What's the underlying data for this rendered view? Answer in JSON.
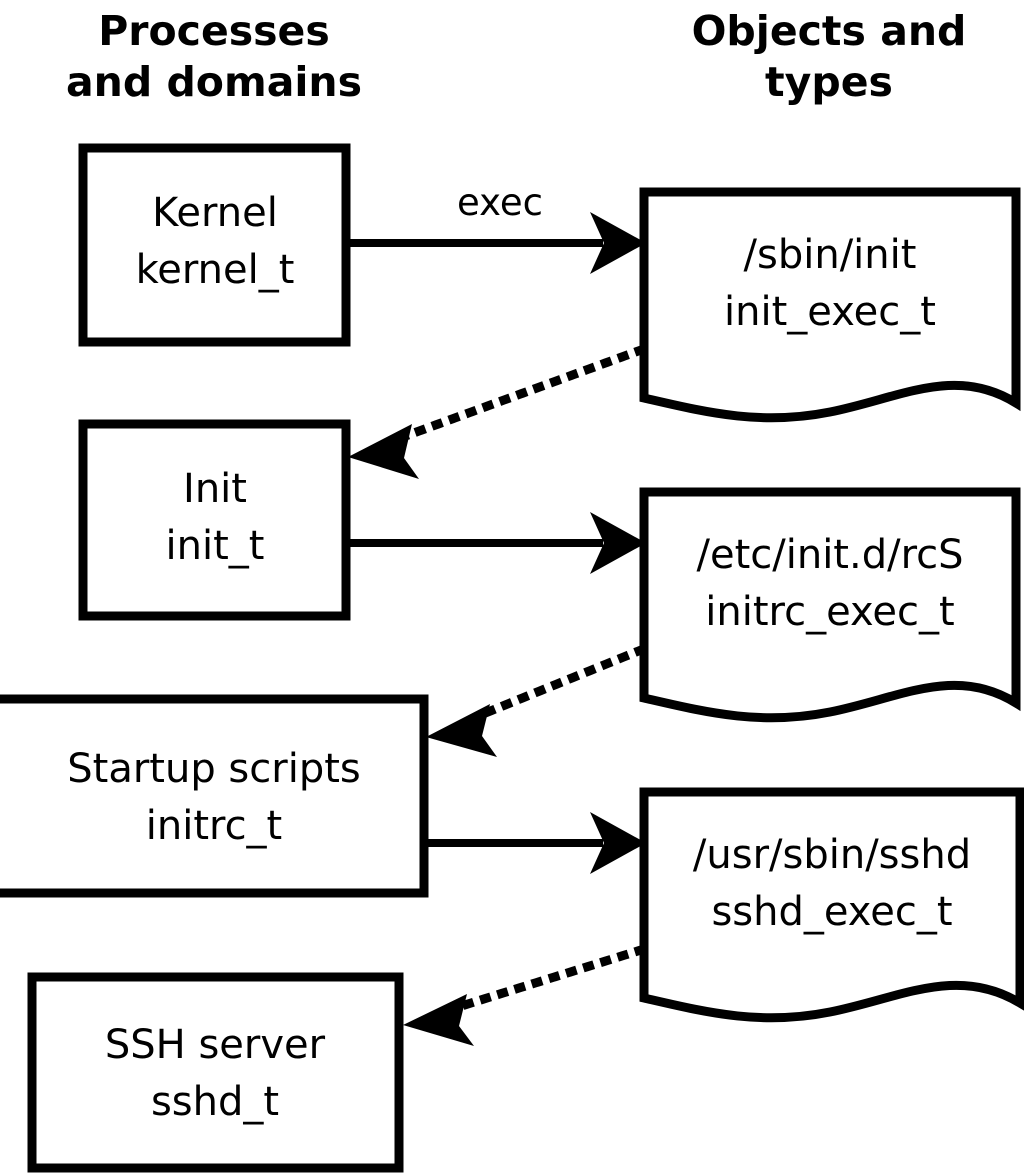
{
  "diagram": {
    "title_hidden": "",
    "columns": [
      {
        "id": "processes",
        "line1": "Processes",
        "line2": "and domains"
      },
      {
        "id": "objects",
        "line1": "Objects and",
        "line2": "types"
      }
    ],
    "process_nodes": [
      {
        "id": "kernel",
        "line1": "Kernel",
        "line2": "kernel_t"
      },
      {
        "id": "init",
        "line1": "Init",
        "line2": "init_t"
      },
      {
        "id": "initrc",
        "line1": "Startup scripts",
        "line2": "initrc_t"
      },
      {
        "id": "sshd",
        "line1": "SSH server",
        "line2": "sshd_t"
      }
    ],
    "object_nodes": [
      {
        "id": "init_exec",
        "line1": "/sbin/init",
        "line2": "init_exec_t"
      },
      {
        "id": "initrc_exec",
        "line1": "/etc/init.d/rcS",
        "line2": "initrc_exec_t"
      },
      {
        "id": "sshd_exec",
        "line1": "/usr/sbin/sshd",
        "line2": "sshd_exec_t"
      }
    ],
    "edges": [
      {
        "id": "kernel-exec-initexec",
        "label": "exec",
        "style": "solid",
        "from": "kernel",
        "to": "init_exec"
      },
      {
        "id": "initexec-transition-init",
        "label": "",
        "style": "dotted",
        "from": "init_exec",
        "to": "init"
      },
      {
        "id": "init-exec-initrcexec",
        "label": "",
        "style": "solid",
        "from": "init",
        "to": "initrc_exec"
      },
      {
        "id": "initrcexec-transition-initrc",
        "label": "",
        "style": "dotted",
        "from": "initrc_exec",
        "to": "initrc"
      },
      {
        "id": "initrc-exec-sshdexec",
        "label": "",
        "style": "solid",
        "from": "initrc",
        "to": "sshd_exec"
      },
      {
        "id": "sshdexec-transition-sshd",
        "label": "",
        "style": "dotted",
        "from": "sshd_exec",
        "to": "sshd"
      }
    ],
    "colors": {
      "background": "#ffffff",
      "stroke": "#000000",
      "text": "#000000"
    }
  }
}
